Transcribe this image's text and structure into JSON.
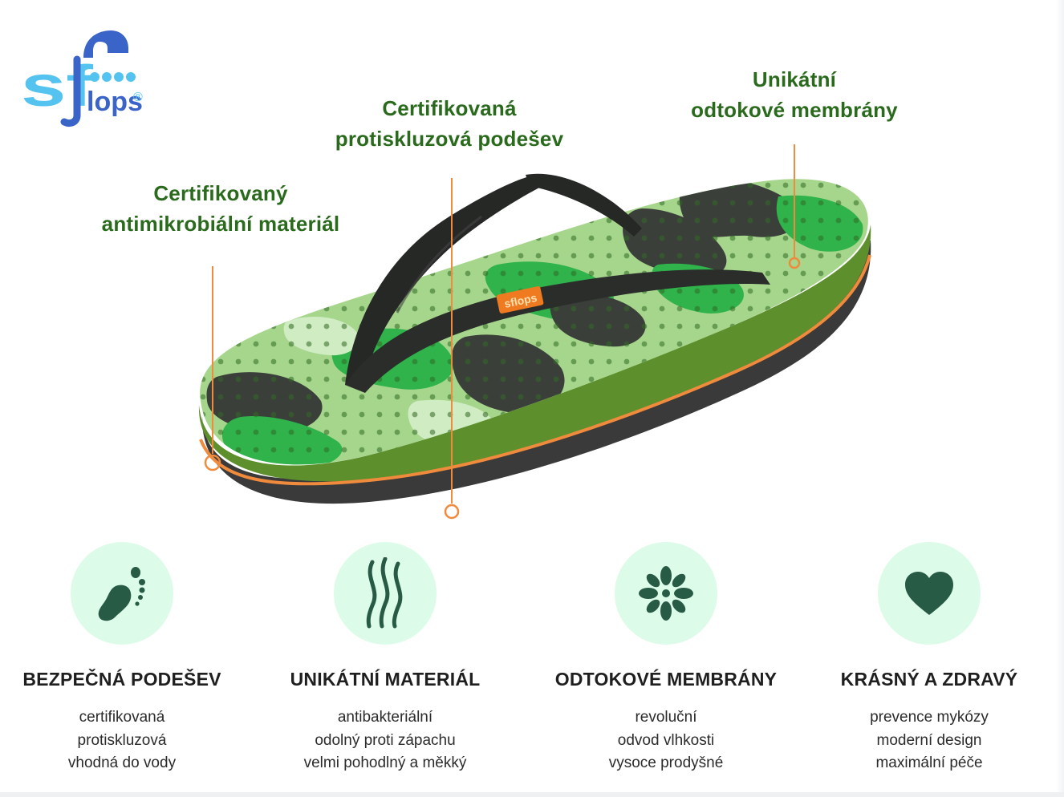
{
  "logo": {
    "letters_s_f": "sf",
    "word": "lops",
    "registered": "®"
  },
  "callouts": [
    {
      "lines": [
        "Certifikovaný",
        "antimikrobiální materiál"
      ]
    },
    {
      "lines": [
        "Certifikovaná",
        "protiskluzová podešev"
      ]
    },
    {
      "lines": [
        "Unikátní",
        "odtokové membrány"
      ]
    }
  ],
  "strap_badge": "sflops",
  "features": [
    {
      "icon": "footprint-icon",
      "title": "BEZPEČNÁ PODEŠEV",
      "lines": [
        "certifikovaná",
        "protiskluzová",
        "vhodná do vody"
      ]
    },
    {
      "icon": "waves-icon",
      "title": "UNIKÁTNÍ MATERIÁL",
      "lines": [
        "antibakteriální",
        "odolný proti zápachu",
        "velmi pohodlný a měkký"
      ]
    },
    {
      "icon": "flower-icon",
      "title": "ODTOKOVÉ MEMBRÁNY",
      "lines": [
        "revoluční",
        "odvod vlhkosti",
        "vysoce prodyšné"
      ]
    },
    {
      "icon": "heart-icon",
      "title": "KRÁSNÝ A ZDRAVÝ",
      "lines": [
        "prevence mykózy",
        "moderní design",
        "maximální péče"
      ]
    }
  ],
  "colors": {
    "callout_text": "#2a6a1c",
    "icon_circle": "#dcfbe9",
    "icon_fill": "#275b46",
    "accent_orange": "#f08a3c",
    "logo_blue": "#3a64c8",
    "logo_light_blue": "#55c3f0"
  }
}
